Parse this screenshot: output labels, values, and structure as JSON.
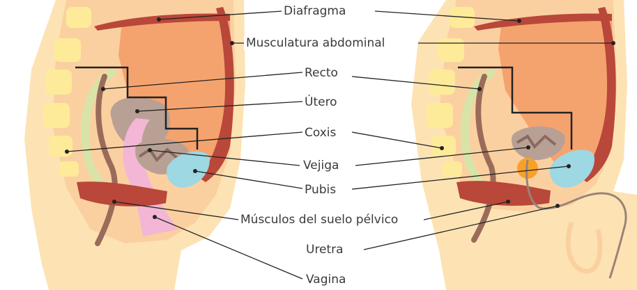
{
  "labels": {
    "diafragma": "Diafragma",
    "musculatura_abdominal": "Musculatura abdominal",
    "recto": "Recto",
    "utero": "Útero",
    "coxis": "Coxis",
    "vejiga": "Vejiga",
    "pubis": "Pubis",
    "musculos_suelo_pelvico": "Músculos del suelo pélvico",
    "uretra": "Uretra",
    "vagina": "Vagina"
  },
  "colors": {
    "skin_outer": "#fde3b3",
    "skin_inner": "#fbd0a0",
    "abdomen": "#f5a36e",
    "spine": "#fdeb9a",
    "muscle": "#b9473a",
    "muscle_light": "#d4715e",
    "organ_grey": "#b9a095",
    "rectum_outline": "#d8e3a8",
    "rectum_tube": "#9b6b5a",
    "vagina_pink": "#f4b6d5",
    "pubis_blue": "#9dd8e3",
    "prostate_orange": "#f6a228",
    "leader_line": "#222222"
  }
}
